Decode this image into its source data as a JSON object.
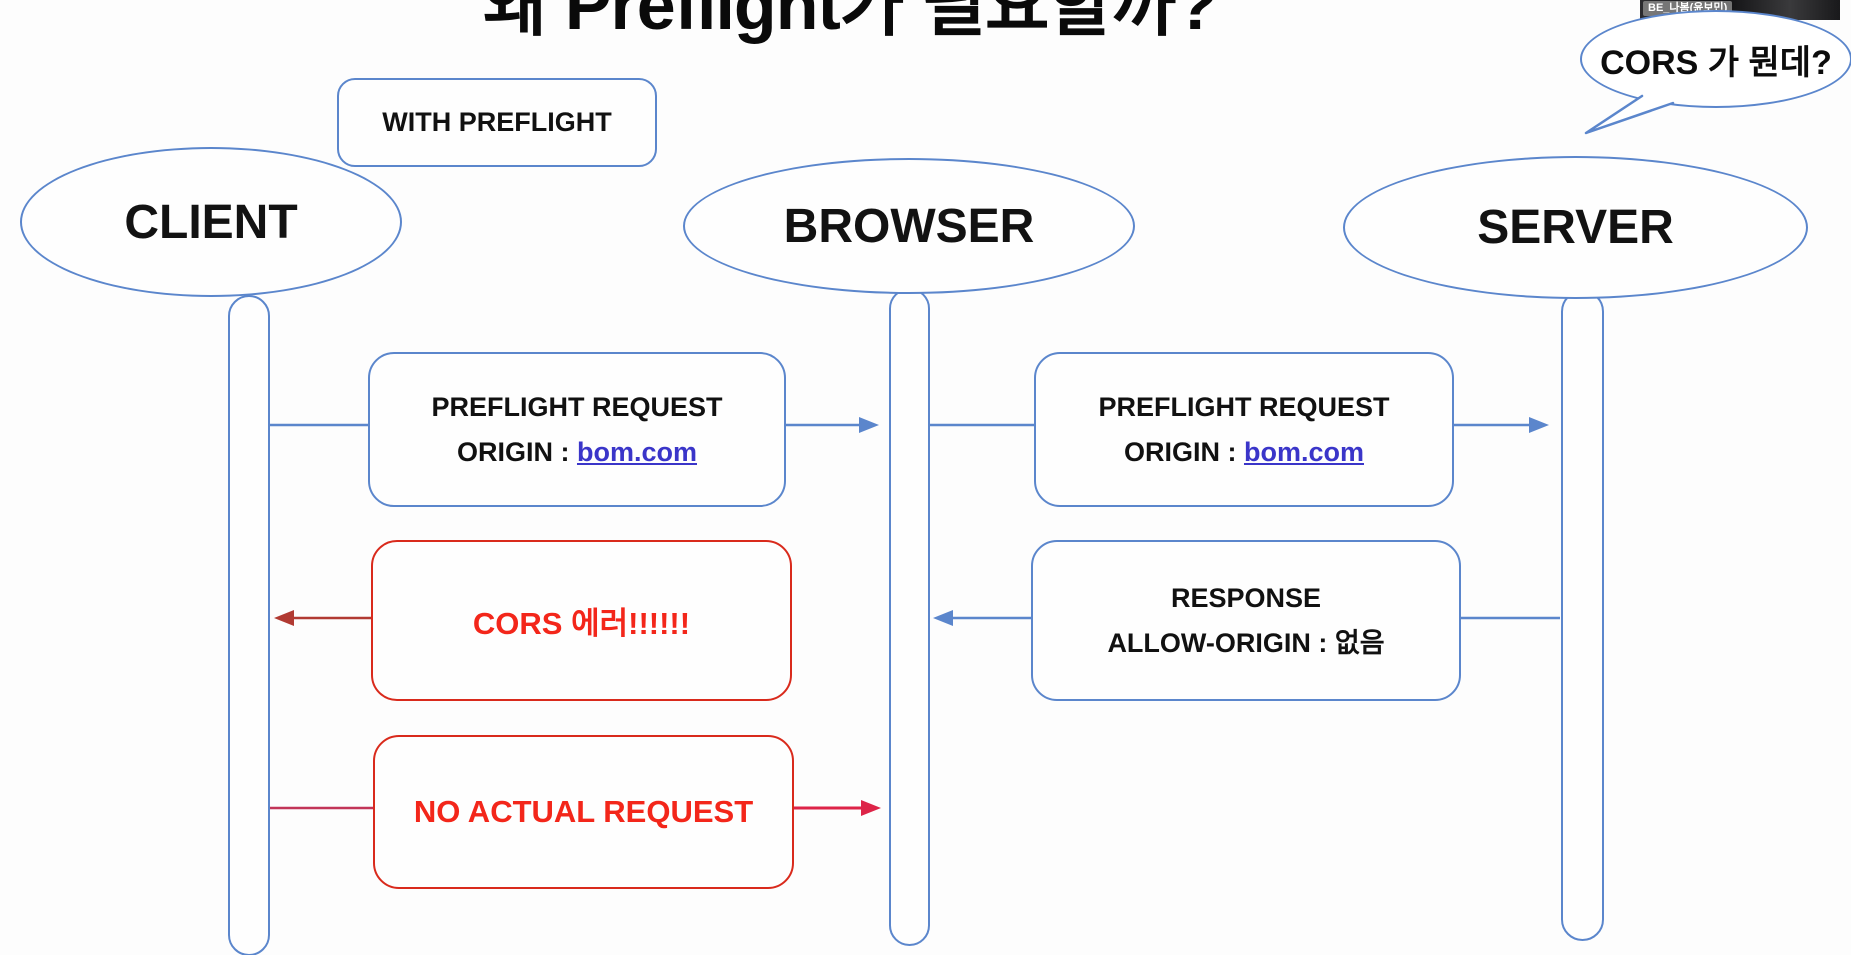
{
  "title": "왜 Preflight가 필요할까?",
  "video_overlay": {
    "name_tag": "BE_나봄(윤보민)",
    "speech_bubble": "CORS 가 뭔데?"
  },
  "diagram": {
    "mode_label": "WITH PREFLIGHT",
    "actors": [
      {
        "label": "CLIENT"
      },
      {
        "label": "BROWSER"
      },
      {
        "label": "SERVER"
      }
    ],
    "messages": {
      "preflight_to_browser": {
        "line1": "PREFLIGHT REQUEST",
        "origin_prefix": "ORIGIN : ",
        "origin_link": "bom.com"
      },
      "preflight_to_server": {
        "line1": "PREFLIGHT REQUEST",
        "origin_prefix": "ORIGIN : ",
        "origin_link": "bom.com"
      },
      "cors_error": {
        "text": "CORS 에러!!!!!!"
      },
      "server_response": {
        "line1": "RESPONSE",
        "line2": "ALLOW-ORIGIN : 없음"
      },
      "no_actual_request": {
        "text": "NO ACTUAL REQUEST"
      }
    },
    "colors": {
      "shape_blue": "#5b86cc",
      "error_border_red": "#d92a1c",
      "error_text_red": "#f3261a",
      "return_arrow_dark_red": "#b13a32",
      "forward_arrow_crimson": "#dd2448",
      "link_blue": "#3a35c9"
    }
  }
}
